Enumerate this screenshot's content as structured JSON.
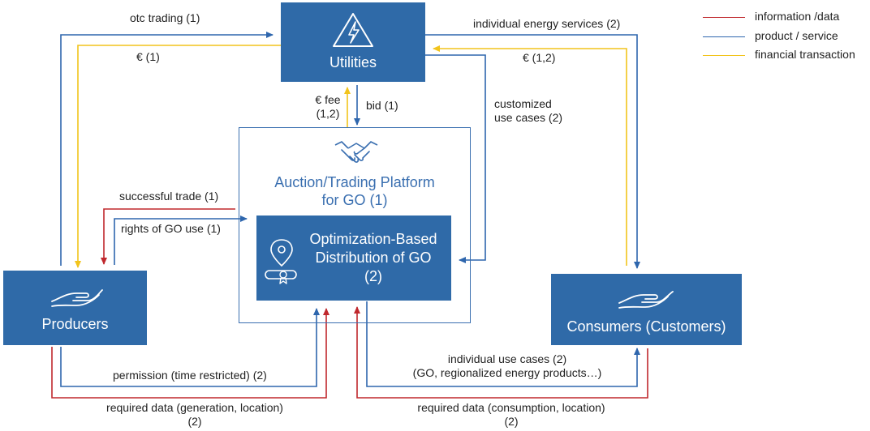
{
  "colors": {
    "information": "#c0282d",
    "product": "#2e66ad",
    "financial": "#f2c41c",
    "box_fill": "#2f6aa8",
    "platform_text": "#3a6fb0"
  },
  "legend": [
    {
      "label": "information /data",
      "color": "#c0282d"
    },
    {
      "label": "product / service",
      "color": "#2e66ad"
    },
    {
      "label": "financial transaction",
      "color": "#f2c41c"
    }
  ],
  "nodes": {
    "utilities": {
      "label": "Utilities",
      "icon": "lightning-warning-icon"
    },
    "producers": {
      "label": "Producers",
      "icon": "hand-icon"
    },
    "consumers": {
      "label": "Consumers (Customers)",
      "icon": "hand-icon"
    },
    "platform": {
      "line1": "Auction/Trading Platform",
      "line2": "for GO (1)",
      "icon": "handshake-icon"
    },
    "optimization": {
      "line1": "Optimization-Based",
      "line2": "Distribution of GO",
      "line3": "(2)",
      "icon": "location-certificate-icon"
    }
  },
  "edges": {
    "otc_trading": "otc trading (1)",
    "euro_1": "€ (1)",
    "individual_energy_services": "individual energy services (2)",
    "euro_12": "€ (1,2)",
    "euro_fee_1": "€ fee",
    "euro_fee_2": "(1,2)",
    "bid": "bid (1)",
    "customized_1": "customized",
    "customized_2": "use cases  (2)",
    "successful_trade": "successful trade (1)",
    "rights_of_go": "rights of GO use (1)",
    "permission": "permission (time restricted) (2)",
    "required_data_gen_1": "required data (generation, location)",
    "required_data_gen_2": "(2)",
    "individual_use_cases_1": "individual use cases (2)",
    "individual_use_cases_2": "(GO, regionalized energy products…)",
    "required_data_cons_1": "required data (consumption, location)",
    "required_data_cons_2": "(2)"
  }
}
